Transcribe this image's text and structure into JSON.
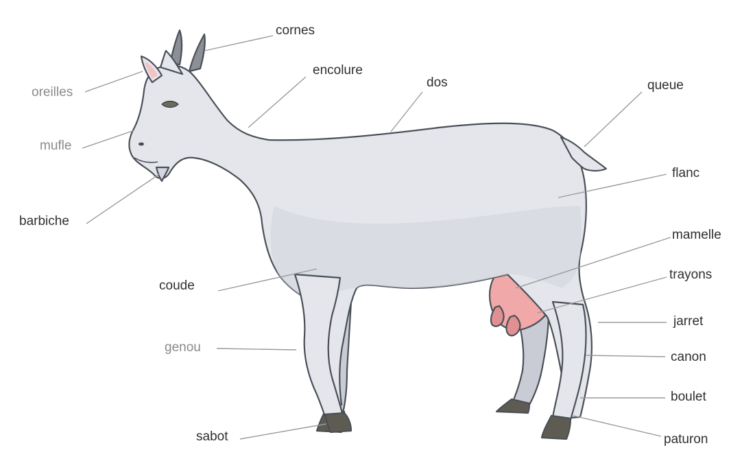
{
  "labels": {
    "cornes": "cornes",
    "oreilles": "oreilles",
    "encolure": "encolure",
    "dos": "dos",
    "queue": "queue",
    "mufle": "mufle",
    "flanc": "flanc",
    "barbiche": "barbiche",
    "mamelle": "mamelle",
    "trayons": "trayons",
    "coude": "coude",
    "jarret": "jarret",
    "genou": "genou",
    "canon": "canon",
    "boulet": "boulet",
    "sabot": "sabot",
    "paturon": "paturon"
  },
  "colors": {
    "body": "#e4e6ec",
    "body_shadow": "#cfd2da",
    "outline": "#4a4f57",
    "udder": "#f0a8a8",
    "udder_shadow": "#e08f92",
    "hoof": "#5e5c52",
    "horn": "#8b8f96",
    "ear_inner": "#f2c2c4",
    "label_text": "#2f2f2f",
    "label_faded": "#8a8a8a",
    "leader_line": "#9a9a9a"
  }
}
